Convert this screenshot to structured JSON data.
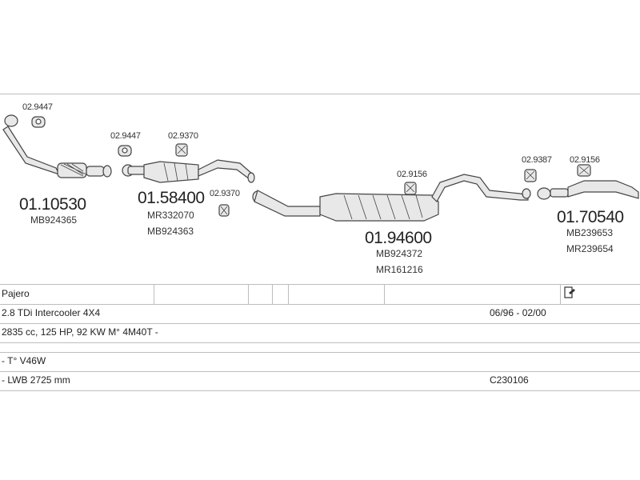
{
  "parts": [
    {
      "id": "p1",
      "number": "01.10530",
      "refs": [
        "MB924365"
      ]
    },
    {
      "id": "p2",
      "number": "01.58400",
      "refs": [
        "MR332070",
        "MB924363"
      ]
    },
    {
      "id": "p3",
      "number": "01.94600",
      "refs": [
        "MB924372",
        "MR161216"
      ]
    },
    {
      "id": "p4",
      "number": "01.70540",
      "refs": [
        "MB239653",
        "MR239654"
      ]
    }
  ],
  "fittings": [
    "02.9447",
    "02.9447",
    "02.9370",
    "02.9370",
    "02.9156",
    "02.9387",
    "02.9156"
  ],
  "table": {
    "model": "Pajero",
    "engine": "2.8 TDi Intercooler 4X4",
    "years": "06/96 - 02/00",
    "specs": "2835 cc, 125 HP, 92 KW M° 4M40T -",
    "type": "- T° V46W",
    "wheelbase": "- LWB 2725 mm",
    "code": "C230106"
  },
  "colors": {
    "line": "#bdbdbd",
    "drawing": "#444444",
    "fill": "#e8e8e8"
  }
}
